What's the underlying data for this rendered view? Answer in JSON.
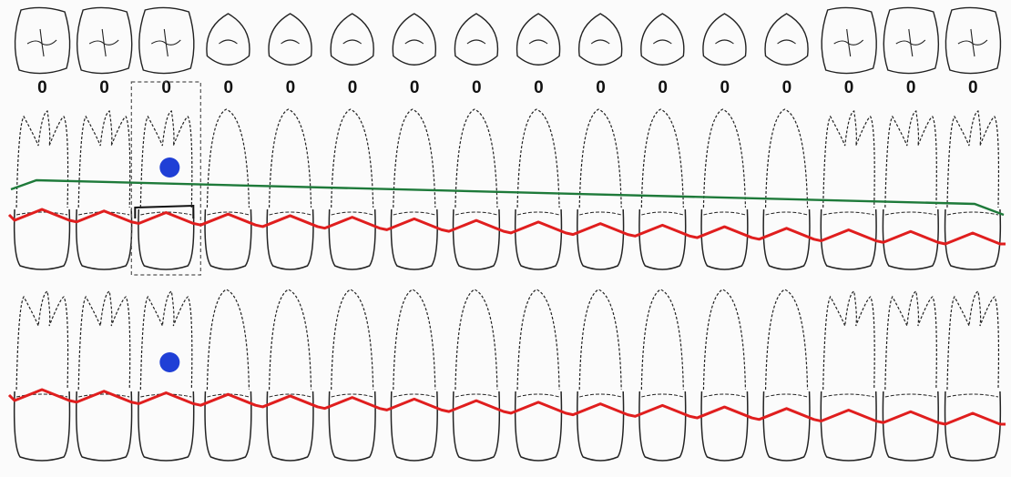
{
  "app": {
    "view": "periodontal-chart"
  },
  "colors": {
    "background": "#fbfbfb",
    "tooth_outline": "#222222",
    "gingival_margin": "#e01e1e",
    "attachment_level": "#1e7a3a",
    "bleeding_marker": "#1f3fd6",
    "selection_box": "#555555"
  },
  "occlusal_row": {
    "teeth": [
      "molar",
      "molar",
      "molar",
      "premolar",
      "premolar",
      "premolar",
      "premolar",
      "premolar",
      "premolar",
      "premolar",
      "premolar",
      "premolar",
      "premolar",
      "molar",
      "molar",
      "molar"
    ]
  },
  "upper_arch": {
    "probing_values": [
      "0",
      "0",
      "0",
      "0",
      "0",
      "0",
      "0",
      "0",
      "0",
      "0",
      "0",
      "0",
      "0",
      "0",
      "0",
      "0"
    ],
    "root_types": [
      "molar",
      "molar",
      "molar",
      "single",
      "single",
      "single",
      "single",
      "single",
      "single",
      "single",
      "single",
      "single",
      "single",
      "molar",
      "molar",
      "molar"
    ],
    "bleeding_tooth_index": 2,
    "selected_tooth_index": 2
  },
  "lower_arch": {
    "root_types": [
      "molar",
      "molar",
      "molar",
      "single",
      "single",
      "single",
      "single",
      "single",
      "single",
      "single",
      "single",
      "single",
      "single",
      "molar",
      "molar",
      "molar"
    ],
    "bleeding_tooth_index": 2
  }
}
